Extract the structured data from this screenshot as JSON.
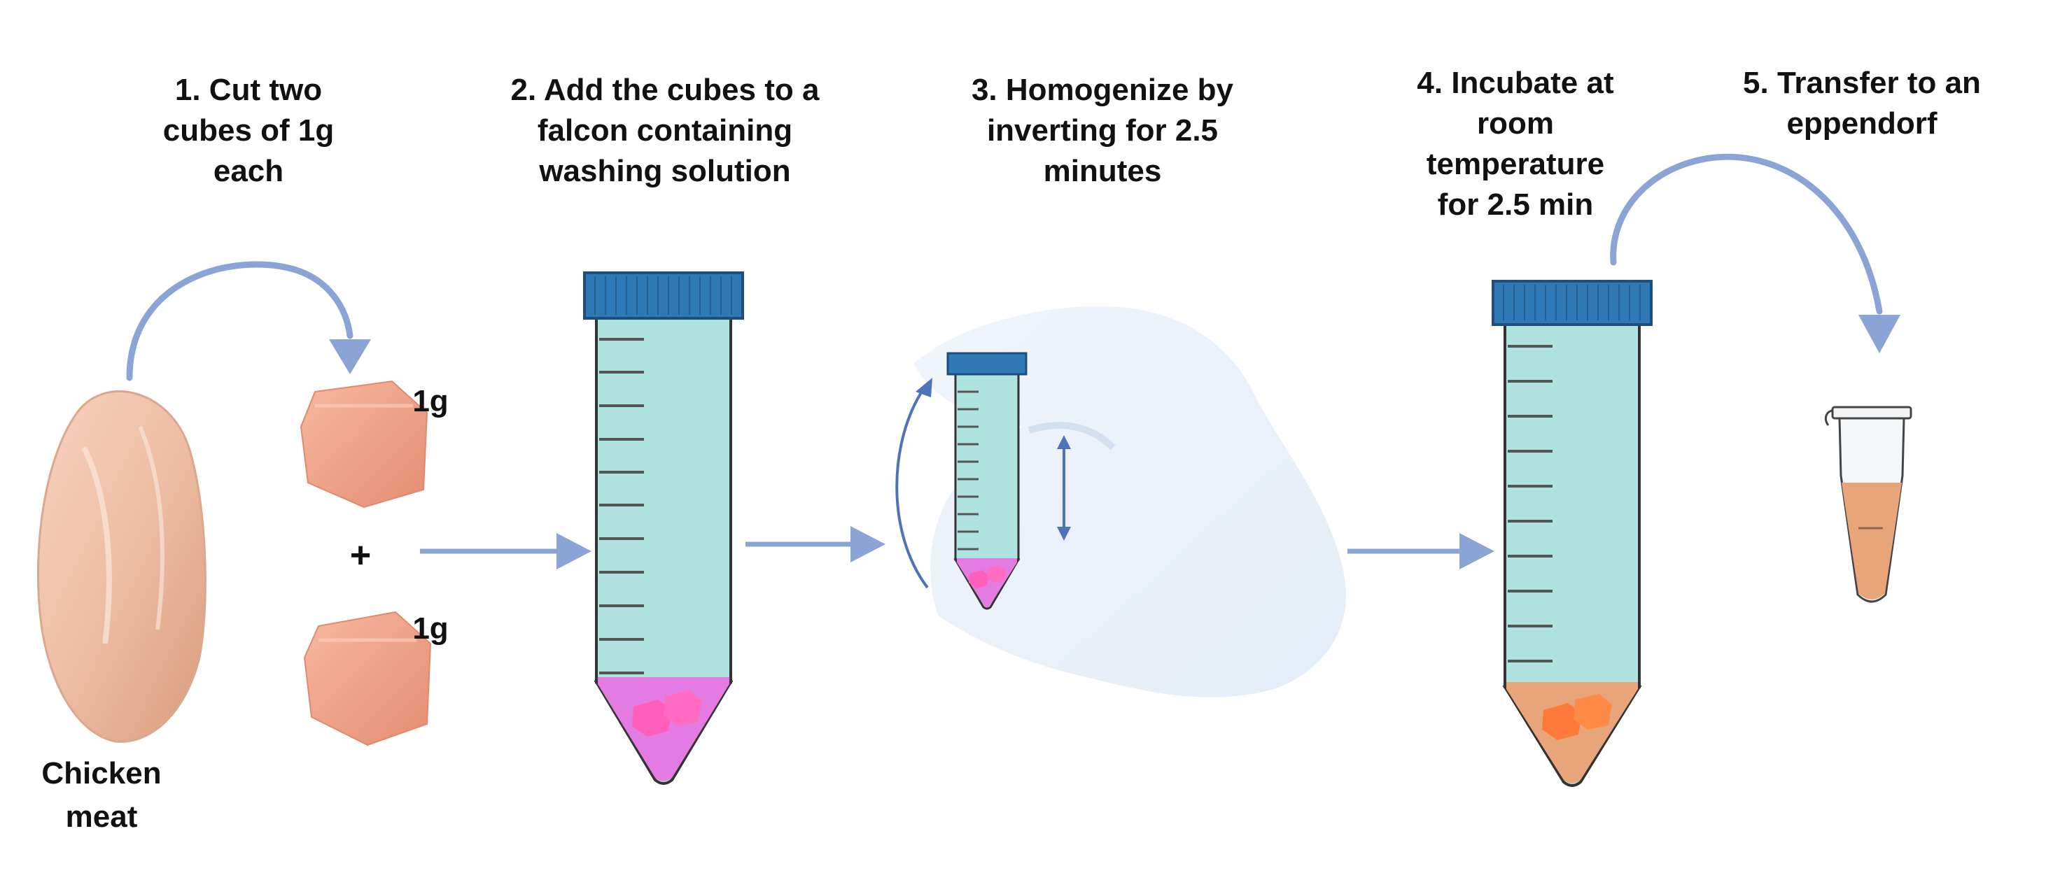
{
  "steps": [
    {
      "label": "1. Cut two\ncubes of 1g\neach"
    },
    {
      "label": "2. Add the cubes to a\nfalcon containing\nwashing solution"
    },
    {
      "label": "3. Homogenize by\ninverting for 2.5\nminutes"
    },
    {
      "label": "4. Incubate at\nroom\ntemperature\nfor 2.5 min"
    },
    {
      "label": "5. Transfer to an\neppendorf"
    }
  ],
  "chicken_label": "Chicken\nmeat",
  "cube_weight_top": "1g",
  "cube_weight_bottom": "1g",
  "plus_sign": "+",
  "colors": {
    "arrow": "#8aa4d6",
    "tube_liquid": "#aee3df",
    "cap": "#2f79b7",
    "washing_solution": "#e37be3",
    "incubated_solution": "#e9a57a",
    "meat": "#f0a58c"
  }
}
